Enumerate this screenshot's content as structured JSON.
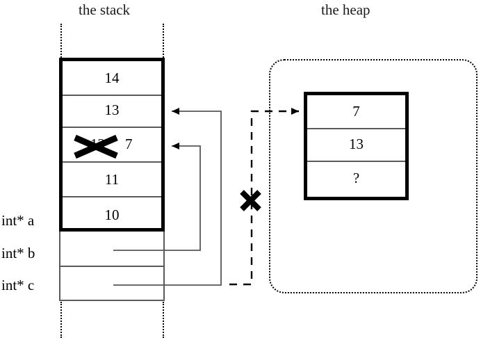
{
  "titles": {
    "stack": "the stack",
    "heap": "the heap"
  },
  "stack": {
    "cells": [
      {
        "value": "14",
        "struck": false
      },
      {
        "value": "13",
        "struck": false
      },
      {
        "value": "12",
        "struck": true,
        "replacement": "7"
      },
      {
        "value": "11",
        "struck": false
      },
      {
        "value": "10",
        "struck": false
      }
    ],
    "pointer_slots": [
      {
        "label": "int* b"
      },
      {
        "label": "int* c"
      }
    ]
  },
  "labels": {
    "a": "int* a",
    "b": "int* b",
    "c": "int* c"
  },
  "heap": {
    "cells": [
      {
        "value": "7"
      },
      {
        "value": "13"
      },
      {
        "value": "?"
      }
    ]
  },
  "annotations": {
    "struck_stack_value": "12",
    "new_stack_value": "7",
    "dangling_pointer_crossed": true
  },
  "colors": {
    "ink": "#000000",
    "rule": "#5a5a5a",
    "background": "#ffffff"
  }
}
